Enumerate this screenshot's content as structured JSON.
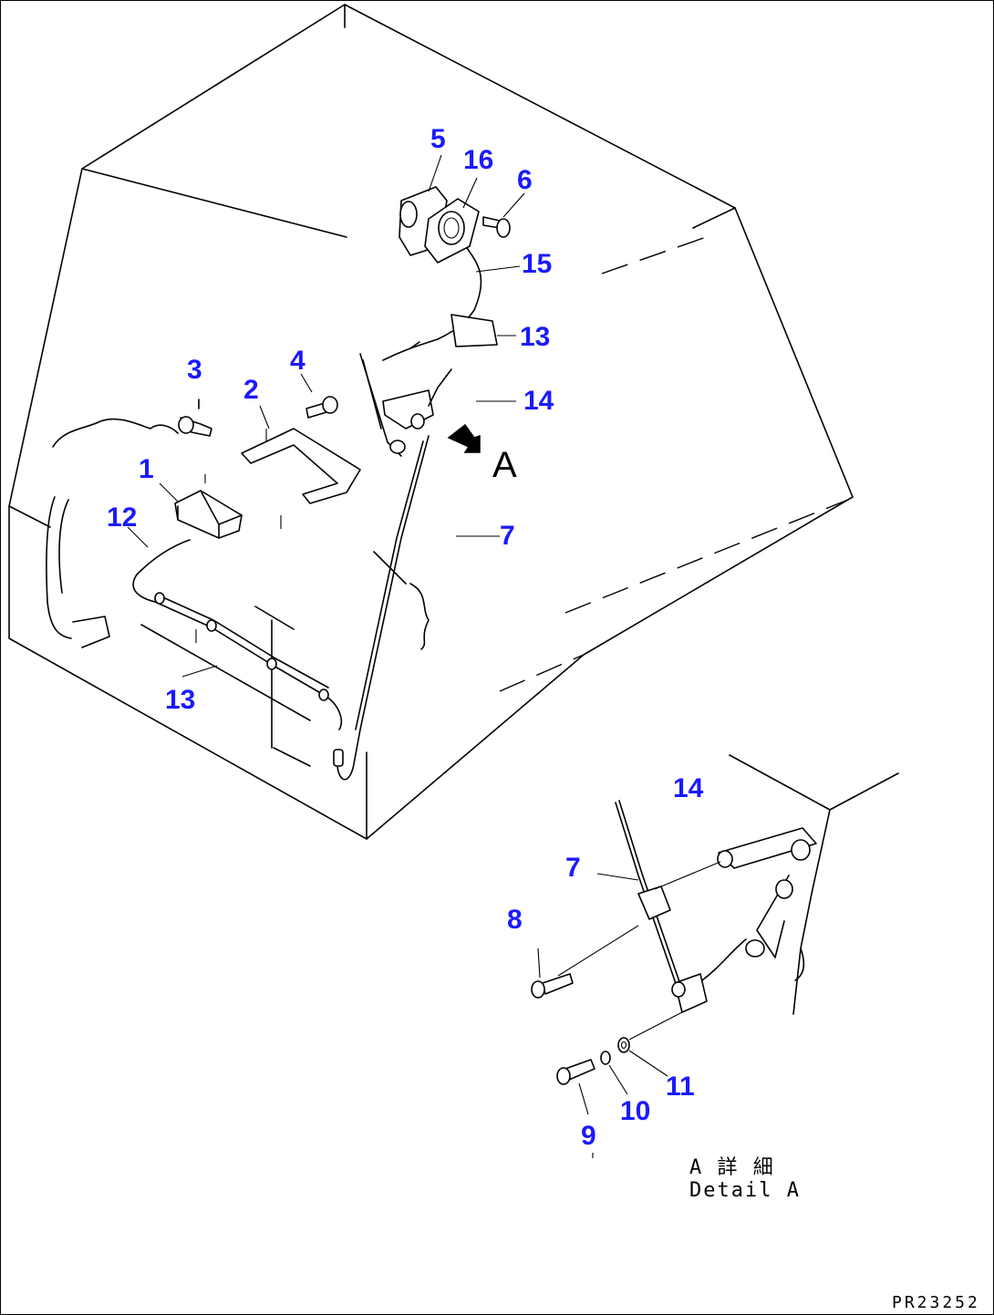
{
  "callouts": {
    "c1": "1",
    "c2": "2",
    "c3": "3",
    "c4": "4",
    "c5": "5",
    "c6": "6",
    "c7": "7",
    "c12": "12",
    "c13a": "13",
    "c13b": "13",
    "c14": "14",
    "c15": "15",
    "c16": "16",
    "d7": "7",
    "d8": "8",
    "d9": "9",
    "d10": "10",
    "d11": "11",
    "d14": "14"
  },
  "view_letter": "A",
  "detail_caption_jp": "A 詳 細",
  "detail_caption_en": "Detail A",
  "drawing_code": "PR23252",
  "colors": {
    "callout": "#1a1aff",
    "line": "#000000",
    "background": "#ffffff"
  }
}
